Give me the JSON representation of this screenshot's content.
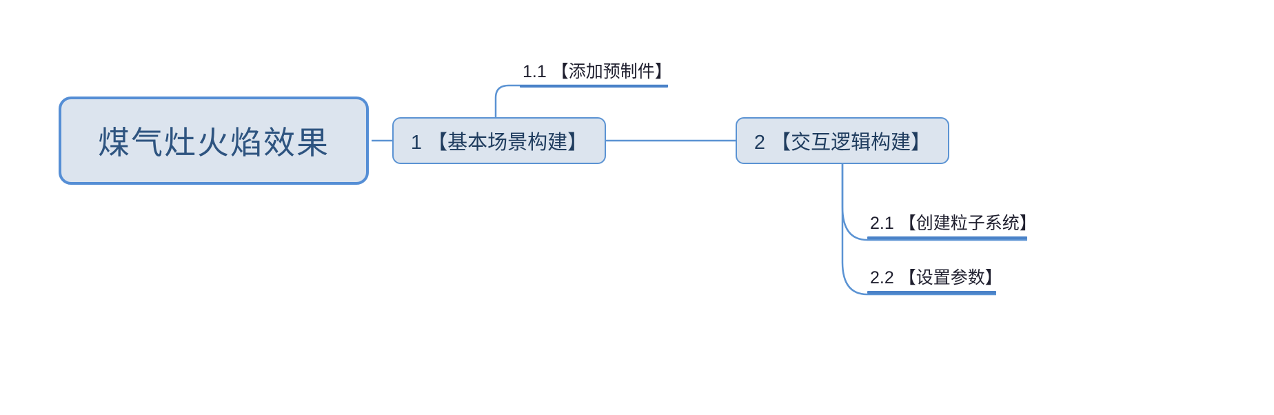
{
  "diagram": {
    "type": "mind-map",
    "title": "煤气灶火焰效果",
    "colors": {
      "node_fill": "#dce4ee",
      "root_border": "#558ed5",
      "branch_border": "#5b93d3",
      "connector": "#5b93d3",
      "leaf_rule": "#4a82c8",
      "root_text": "#2e5480",
      "branch_text": "#1f3c5e",
      "leaf_text": "#1f1f2e",
      "background": "#ffffff"
    },
    "root": {
      "label": "煤气灶火焰效果"
    },
    "branches": [
      {
        "id": "1",
        "label": "1 【基本场景构建】",
        "children": [
          {
            "id": "1.1",
            "label": "1.1 【添加预制件】"
          }
        ]
      },
      {
        "id": "2",
        "label": "2 【交互逻辑构建】",
        "children": [
          {
            "id": "2.1",
            "label": "2.1 【创建粒子系统】"
          },
          {
            "id": "2.2",
            "label": "2.2 【设置参数】"
          }
        ]
      }
    ]
  }
}
